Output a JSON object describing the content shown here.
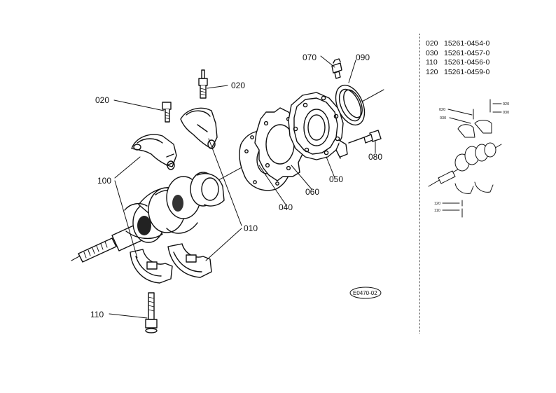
{
  "callouts": {
    "c020a": "020",
    "c020b": "020",
    "c070": "070",
    "c090": "090",
    "c100": "100",
    "c010": "010",
    "c040": "040",
    "c060": "060",
    "c050": "050",
    "c080": "080",
    "c110": "110"
  },
  "reference_code": "E0470-02",
  "parts_table": [
    {
      "no": "020",
      "part": "15261-0454-0"
    },
    {
      "no": "030",
      "part": "15261-0457-0"
    },
    {
      "no": "110",
      "part": "15261-0456-0"
    },
    {
      "no": "120",
      "part": "15261-0459-0"
    }
  ],
  "inset_labels": {
    "i020a": "020",
    "i020b": "020",
    "i030a": "030",
    "i030b": "030",
    "i120": "120",
    "i110": "110"
  }
}
